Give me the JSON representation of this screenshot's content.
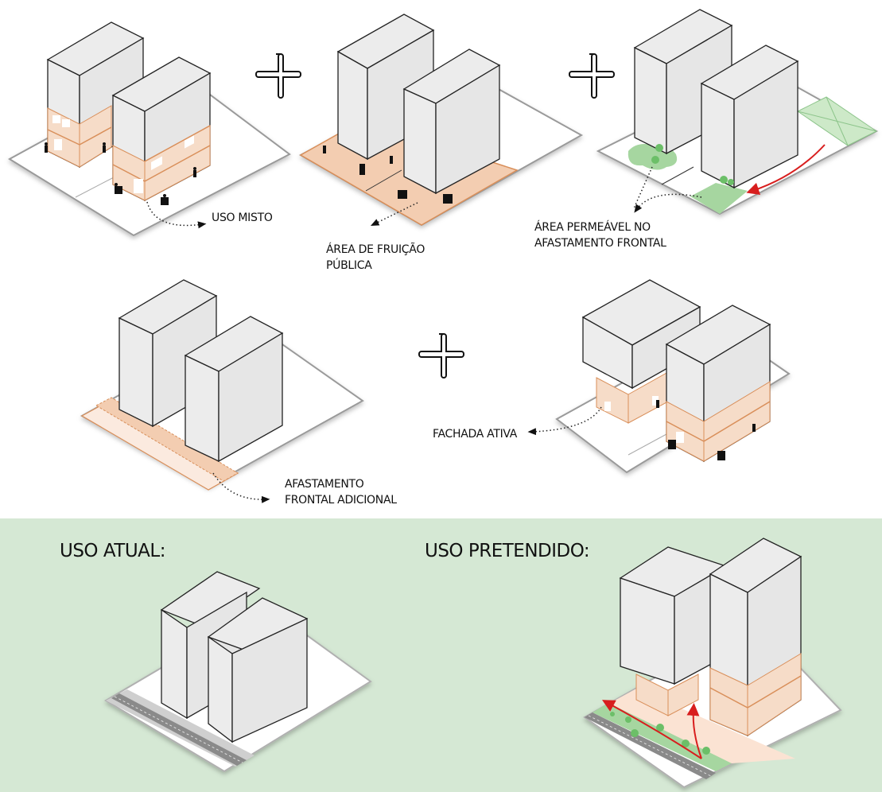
{
  "colors": {
    "building_face": "#ececec",
    "building_side": "#e4e4e4",
    "outline": "#222222",
    "lot": "#ffffff",
    "lot_edge": "#9a9a9a",
    "mixed_use": "#f6dcc8",
    "mixed_use_line": "#d98f5a",
    "permeable_green": "#a6d6a0",
    "arrow_red": "#d81e1e",
    "panel_bg": "#d5e8d4",
    "road": "#8a8a8a",
    "sidewalk": "#cfcfcf"
  },
  "diagrams": [
    {
      "id": "uso-misto",
      "label": "USO MISTO"
    },
    {
      "id": "fruicao-publica",
      "label": "ÁREA DE FRUIÇÃO\nPÚBLICA"
    },
    {
      "id": "area-permeavel",
      "label": "ÁREA PERMEÁVEL NO\nAFASTAMENTO FRONTAL"
    },
    {
      "id": "afastamento-frontal",
      "label": "AFASTAMENTO\nFRONTAL ADICIONAL"
    },
    {
      "id": "fachada-ativa",
      "label": "FACHADA ATIVA"
    }
  ],
  "operators": [
    "plus-icon",
    "plus-icon",
    "plus-icon"
  ],
  "comparison": {
    "current_title": "USO ATUAL:",
    "intended_title": "USO PRETENDIDO:"
  }
}
